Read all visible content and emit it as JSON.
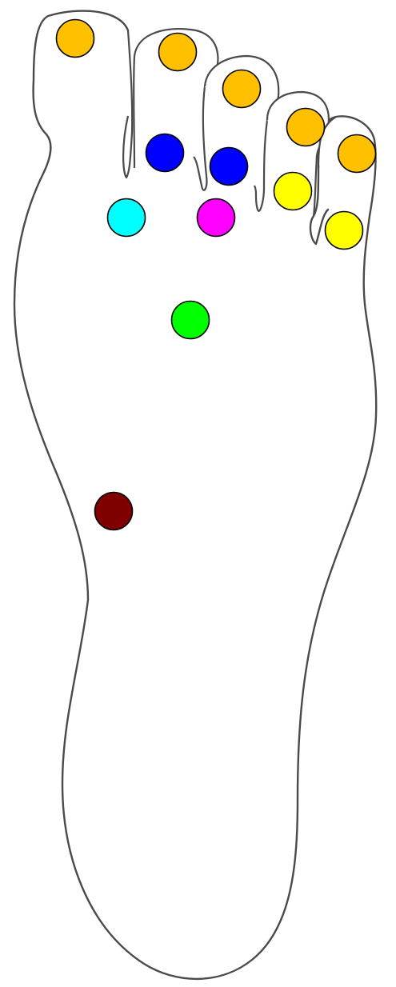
{
  "diagram": {
    "type": "foot-sole-marker-diagram",
    "outline_color": "#4a4a4a",
    "background_color": "#ffffff"
  },
  "markers": [
    {
      "name": "toe1-marker",
      "color": "#FFC000"
    },
    {
      "name": "toe2-marker",
      "color": "#FFC000"
    },
    {
      "name": "toe3-marker",
      "color": "#FFC000"
    },
    {
      "name": "toe4-marker",
      "color": "#FFC000"
    },
    {
      "name": "toe5-marker",
      "color": "#FFC000"
    },
    {
      "name": "toe2-base-marker",
      "color": "#0000FF"
    },
    {
      "name": "toe3-base-marker",
      "color": "#0000FF"
    },
    {
      "name": "toe4-base-marker",
      "color": "#FFFF00"
    },
    {
      "name": "toe5-base-marker",
      "color": "#FFFF00"
    },
    {
      "name": "ball-medial-marker",
      "color": "#00FFFF"
    },
    {
      "name": "ball-center-marker",
      "color": "#FF00FF"
    },
    {
      "name": "midfoot-marker",
      "color": "#00FF00"
    },
    {
      "name": "arch-marker",
      "color": "#800000"
    }
  ]
}
